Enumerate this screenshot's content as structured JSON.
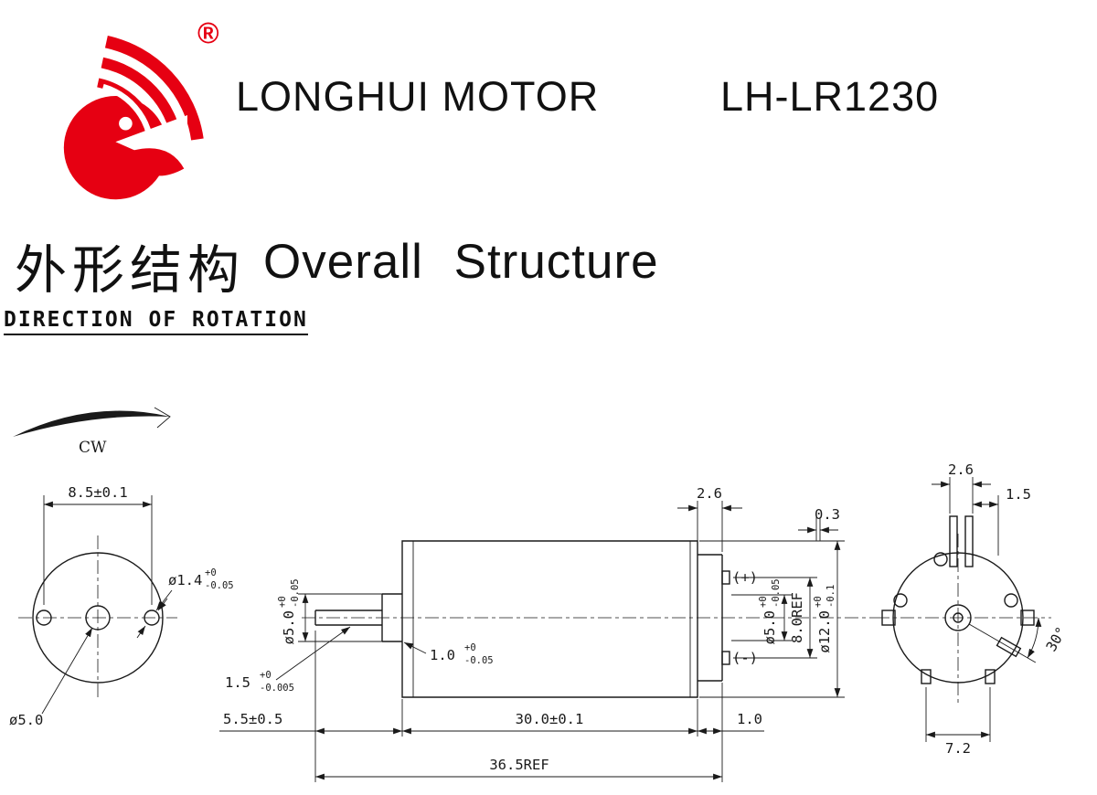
{
  "header": {
    "brand": "LONGHUI MOTOR",
    "model": "LH-LR1230",
    "registered_mark": "®"
  },
  "title": {
    "chinese": "外形结构",
    "english": "Overall Structure"
  },
  "rotation": {
    "label": "DIRECTION OF ROTATION",
    "direction": "CW"
  },
  "front_view": {
    "hole_pitch": "8.5±0.1",
    "hole_dia": "ø1.4",
    "hole_dia_tol_plus": "+0",
    "hole_dia_tol_minus": "-0.05",
    "center_boss_dia": "ø5.0"
  },
  "side_view": {
    "boss_dia": "ø5.0",
    "boss_dia_tol_plus": "+0",
    "boss_dia_tol_minus": "-0.05",
    "boss_len": "1.0",
    "boss_len_tol_plus": "+0",
    "boss_len_tol_minus": "-0.05",
    "shaft_dia": "1.5",
    "shaft_dia_tol_plus": "+0",
    "shaft_dia_tol_minus": "-0.005",
    "shaft_len": "5.5±0.5",
    "body_len": "30.0±0.1",
    "overall_len": "36.5REF",
    "cap_width": "2.6",
    "terminal_thickness": "0.3",
    "positive_terminal": "(+)",
    "negative_terminal": "(-)",
    "rear_boss_dia": "ø5.0",
    "rear_boss_dia_tol_plus": "+0",
    "rear_boss_dia_tol_minus": "-0.05",
    "terminal_pitch": "8.0REF",
    "body_dia": "ø12.0",
    "body_dia_tol_plus": "+0",
    "body_dia_tol_minus": "-0.1",
    "cap_protrusion": "1.0"
  },
  "rear_view": {
    "terminal_width": "2.6",
    "terminal_offset": "1.5",
    "slot_angle": "30°",
    "bottom_span": "7.2"
  }
}
